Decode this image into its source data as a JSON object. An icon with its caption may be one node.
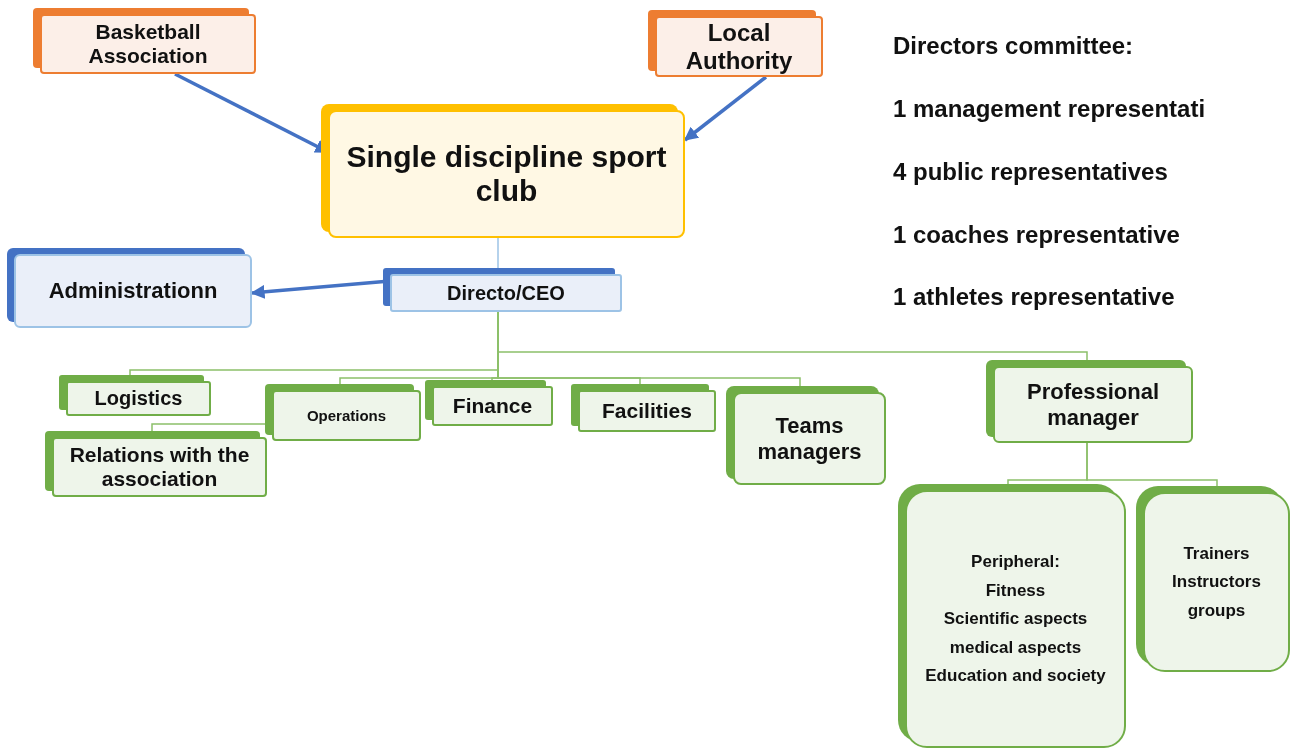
{
  "diagram": {
    "nodes": [
      {
        "text": [
          "Basketball Association"
        ]
      },
      {
        "text": [
          "Local Authority"
        ]
      },
      {
        "text": [
          "Single discipline sport club"
        ]
      },
      {
        "text": [
          "Administrationn"
        ]
      },
      {
        "text": [
          "Directo/CEO"
        ]
      },
      {
        "text": [
          "Logistics"
        ]
      },
      {
        "text": [
          "Relations with the association"
        ]
      },
      {
        "text": [
          "Operations"
        ]
      },
      {
        "text": [
          "Finance"
        ]
      },
      {
        "text": [
          "Facilities"
        ]
      },
      {
        "text": [
          "Teams managers"
        ]
      },
      {
        "text": [
          "Professional manager"
        ]
      },
      {
        "text": [
          "Peripheral:",
          "Fitness",
          "Scientific aspects",
          "medical aspects",
          "Education and society"
        ]
      },
      {
        "text": [
          "Trainers",
          "Instructors",
          "groups"
        ]
      }
    ],
    "edges": [
      {
        "from": 0,
        "to": 2,
        "arrow": "to",
        "style": "thick",
        "color": "#4472c4"
      },
      {
        "from": 1,
        "to": 2,
        "arrow": "to",
        "style": "thick",
        "color": "#4472c4"
      },
      {
        "from": 2,
        "to": 4,
        "arrow": "none",
        "color": "#9dc3e6"
      },
      {
        "from": 4,
        "to": 3,
        "arrow": "to",
        "style": "thick",
        "color": "#4472c4"
      },
      {
        "from": 4,
        "to": 5,
        "arrow": "none"
      },
      {
        "from": 4,
        "to": 7,
        "arrow": "none"
      },
      {
        "from": 4,
        "to": 8,
        "arrow": "none"
      },
      {
        "from": 4,
        "to": 9,
        "arrow": "none"
      },
      {
        "from": 4,
        "to": 10,
        "arrow": "none"
      },
      {
        "from": 4,
        "to": 11,
        "arrow": "none"
      },
      {
        "from": 7,
        "to": 6,
        "arrow": "none"
      },
      {
        "from": 11,
        "to": 12,
        "arrow": "none"
      },
      {
        "from": 11,
        "to": 13,
        "arrow": "none"
      }
    ],
    "labels": [
      "Directors committee:",
      "1 management representati",
      "4 public representatives",
      "1 coaches representative",
      "1 athletes representative"
    ]
  }
}
